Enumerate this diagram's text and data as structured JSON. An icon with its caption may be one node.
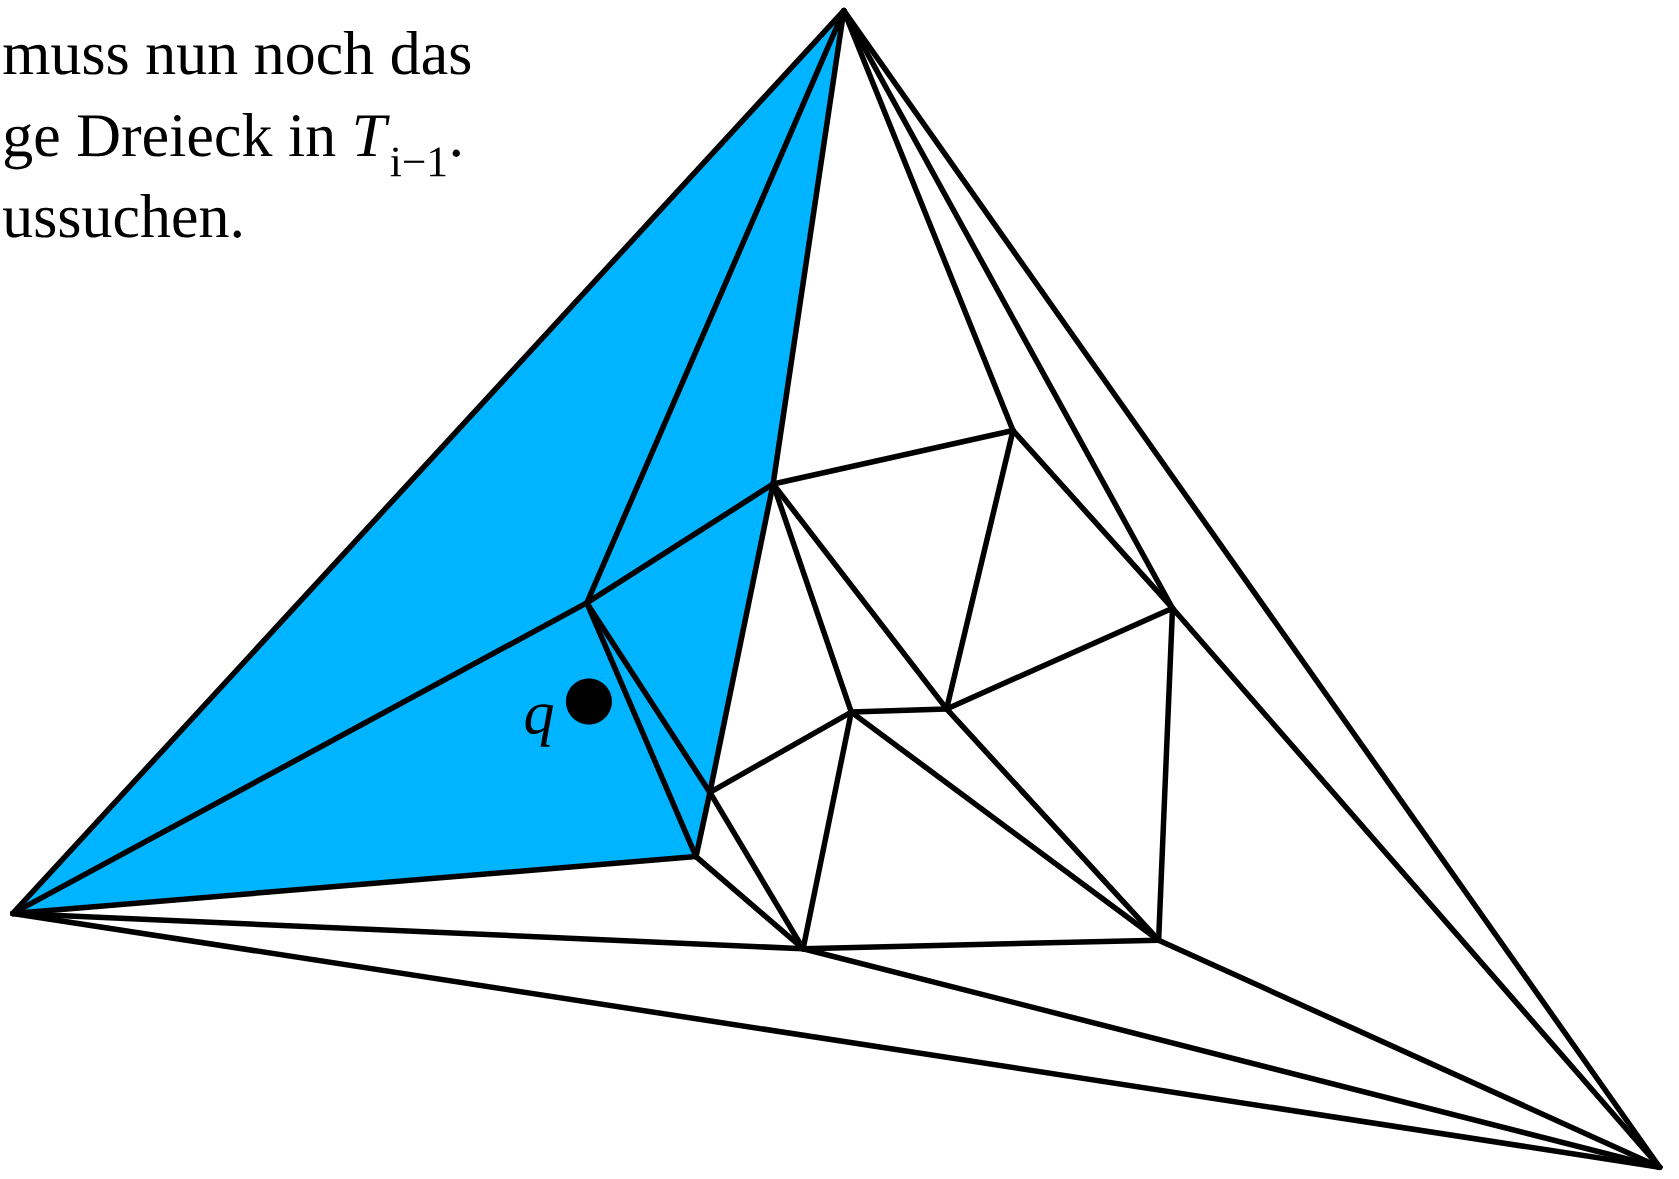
{
  "diagram": {
    "labels": [
      "muss nun noch das",
      "ge Dreieck in *T*$_{i−1}$.",
      "ussuchen.",
      "q"
    ]
  }
}
